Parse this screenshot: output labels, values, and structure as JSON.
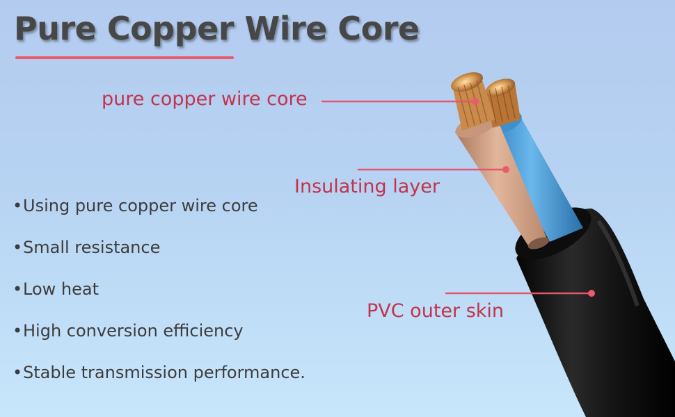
{
  "title": "Pure Copper Wire Core",
  "callouts": {
    "core": "pure copper wire core",
    "insulation": "Insulating layer",
    "outer": "PVC outer skin"
  },
  "features": [
    "Using pure copper wire core",
    "Small resistance",
    "Low heat",
    "High conversion efficiency",
    "Stable transmission performance."
  ],
  "colors": {
    "accent": "#ec5a6d",
    "label_text": "#c2334e",
    "title_text": "#474747",
    "outer_jacket": "#1b1b1b",
    "blue_insulation": "#4b9fd9",
    "brown_insulation": "#d2a48a",
    "copper": "#c98a4b"
  }
}
